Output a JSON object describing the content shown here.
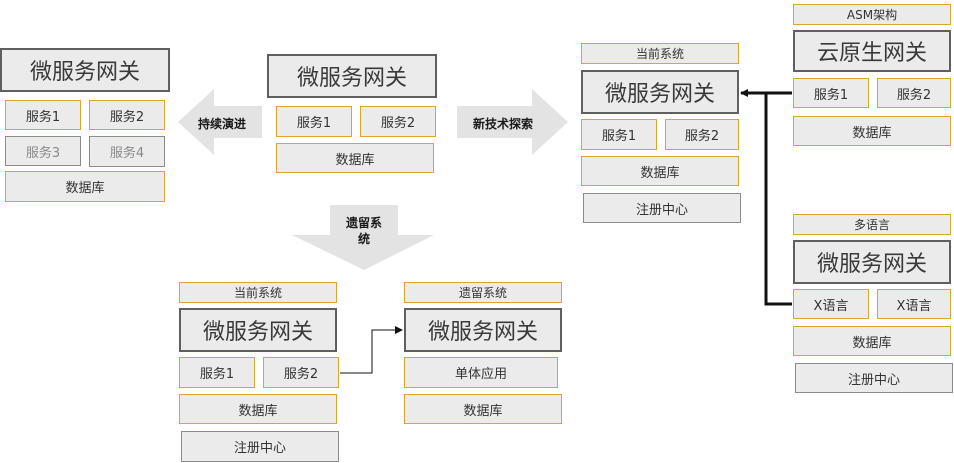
{
  "top_center": {
    "gateway": "微服务网关",
    "service1": "服务1",
    "service2": "服务2",
    "database": "数据库"
  },
  "left": {
    "gateway": "微服务网关",
    "service1": "服务1",
    "service2": "服务2",
    "service3": "服务3",
    "service4": "服务4",
    "database": "数据库"
  },
  "arrows": {
    "evolve": "持续演进",
    "explore": "新技术探索",
    "legacy": [
      "遗留系",
      "统"
    ]
  },
  "right_current": {
    "title": "当前系统",
    "gateway": "微服务网关",
    "service1": "服务1",
    "service2": "服务2",
    "database": "数据库",
    "registry": "注册中心"
  },
  "asm": {
    "title": "ASM架构",
    "gateway": "云原生网关",
    "service1": "服务1",
    "service2": "服务2",
    "database": "数据库"
  },
  "multilang": {
    "title": "多语言",
    "gateway": "微服务网关",
    "service1": "X语言",
    "service2": "X语言",
    "database": "数据库",
    "registry": "注册中心"
  },
  "bottom_current": {
    "title": "当前系统",
    "gateway": "微服务网关",
    "service1": "服务1",
    "service2": "服务2",
    "database": "数据库",
    "registry": "注册中心"
  },
  "bottom_legacy": {
    "title": "遗留系统",
    "gateway": "微服务网关",
    "monolith": "单体应用",
    "database": "数据库"
  },
  "colors": {
    "box_fill": "#ebebeb",
    "orange_border": "#e0a32e",
    "gray_border": "#8c8c8c",
    "gateway_border": "#5f5f5f",
    "arrow_fill": "#e3e3e3",
    "connector": "#111111"
  }
}
